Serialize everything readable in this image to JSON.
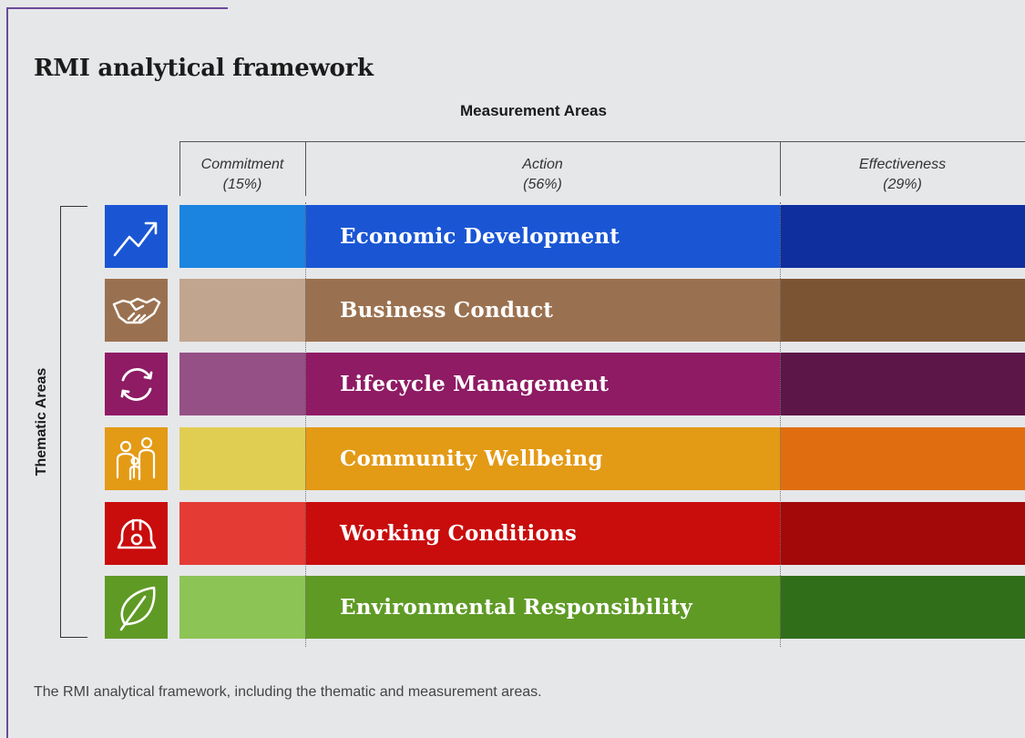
{
  "title": "RMI analytical framework",
  "measurement_areas_label": "Measurement Areas",
  "thematic_areas_label": "Thematic Areas",
  "columns": [
    {
      "name": "Commitment",
      "pct": "(15%)"
    },
    {
      "name": "Action",
      "pct": "(56%)"
    },
    {
      "name": "Effectiveness",
      "pct": "(29%)"
    }
  ],
  "rows": [
    {
      "label": "Economic Development",
      "icon": "trend-up-icon",
      "colors": [
        "#1a84e0",
        "#1a56d4",
        "#0f2f9e"
      ]
    },
    {
      "label": "Business Conduct",
      "icon": "handshake-icon",
      "colors": [
        "#c2a58f",
        "#9a7150",
        "#7b5434"
      ]
    },
    {
      "label": "Lifecycle Management",
      "icon": "cycle-icon",
      "colors": [
        "#955085",
        "#8e1b64",
        "#5c1647"
      ]
    },
    {
      "label": "Community Wellbeing",
      "icon": "people-icon",
      "colors": [
        "#e0ce52",
        "#e39a15",
        "#e06e10"
      ]
    },
    {
      "label": "Working Conditions",
      "icon": "hard-hat-icon",
      "colors": [
        "#e43b35",
        "#c90c0c",
        "#a30909"
      ]
    },
    {
      "label": "Environmental Responsibility",
      "icon": "leaf-icon",
      "colors": [
        "#8cc455",
        "#5f9a25",
        "#316e19"
      ]
    }
  ],
  "caption": "The RMI analytical framework, including the thematic and measurement areas."
}
